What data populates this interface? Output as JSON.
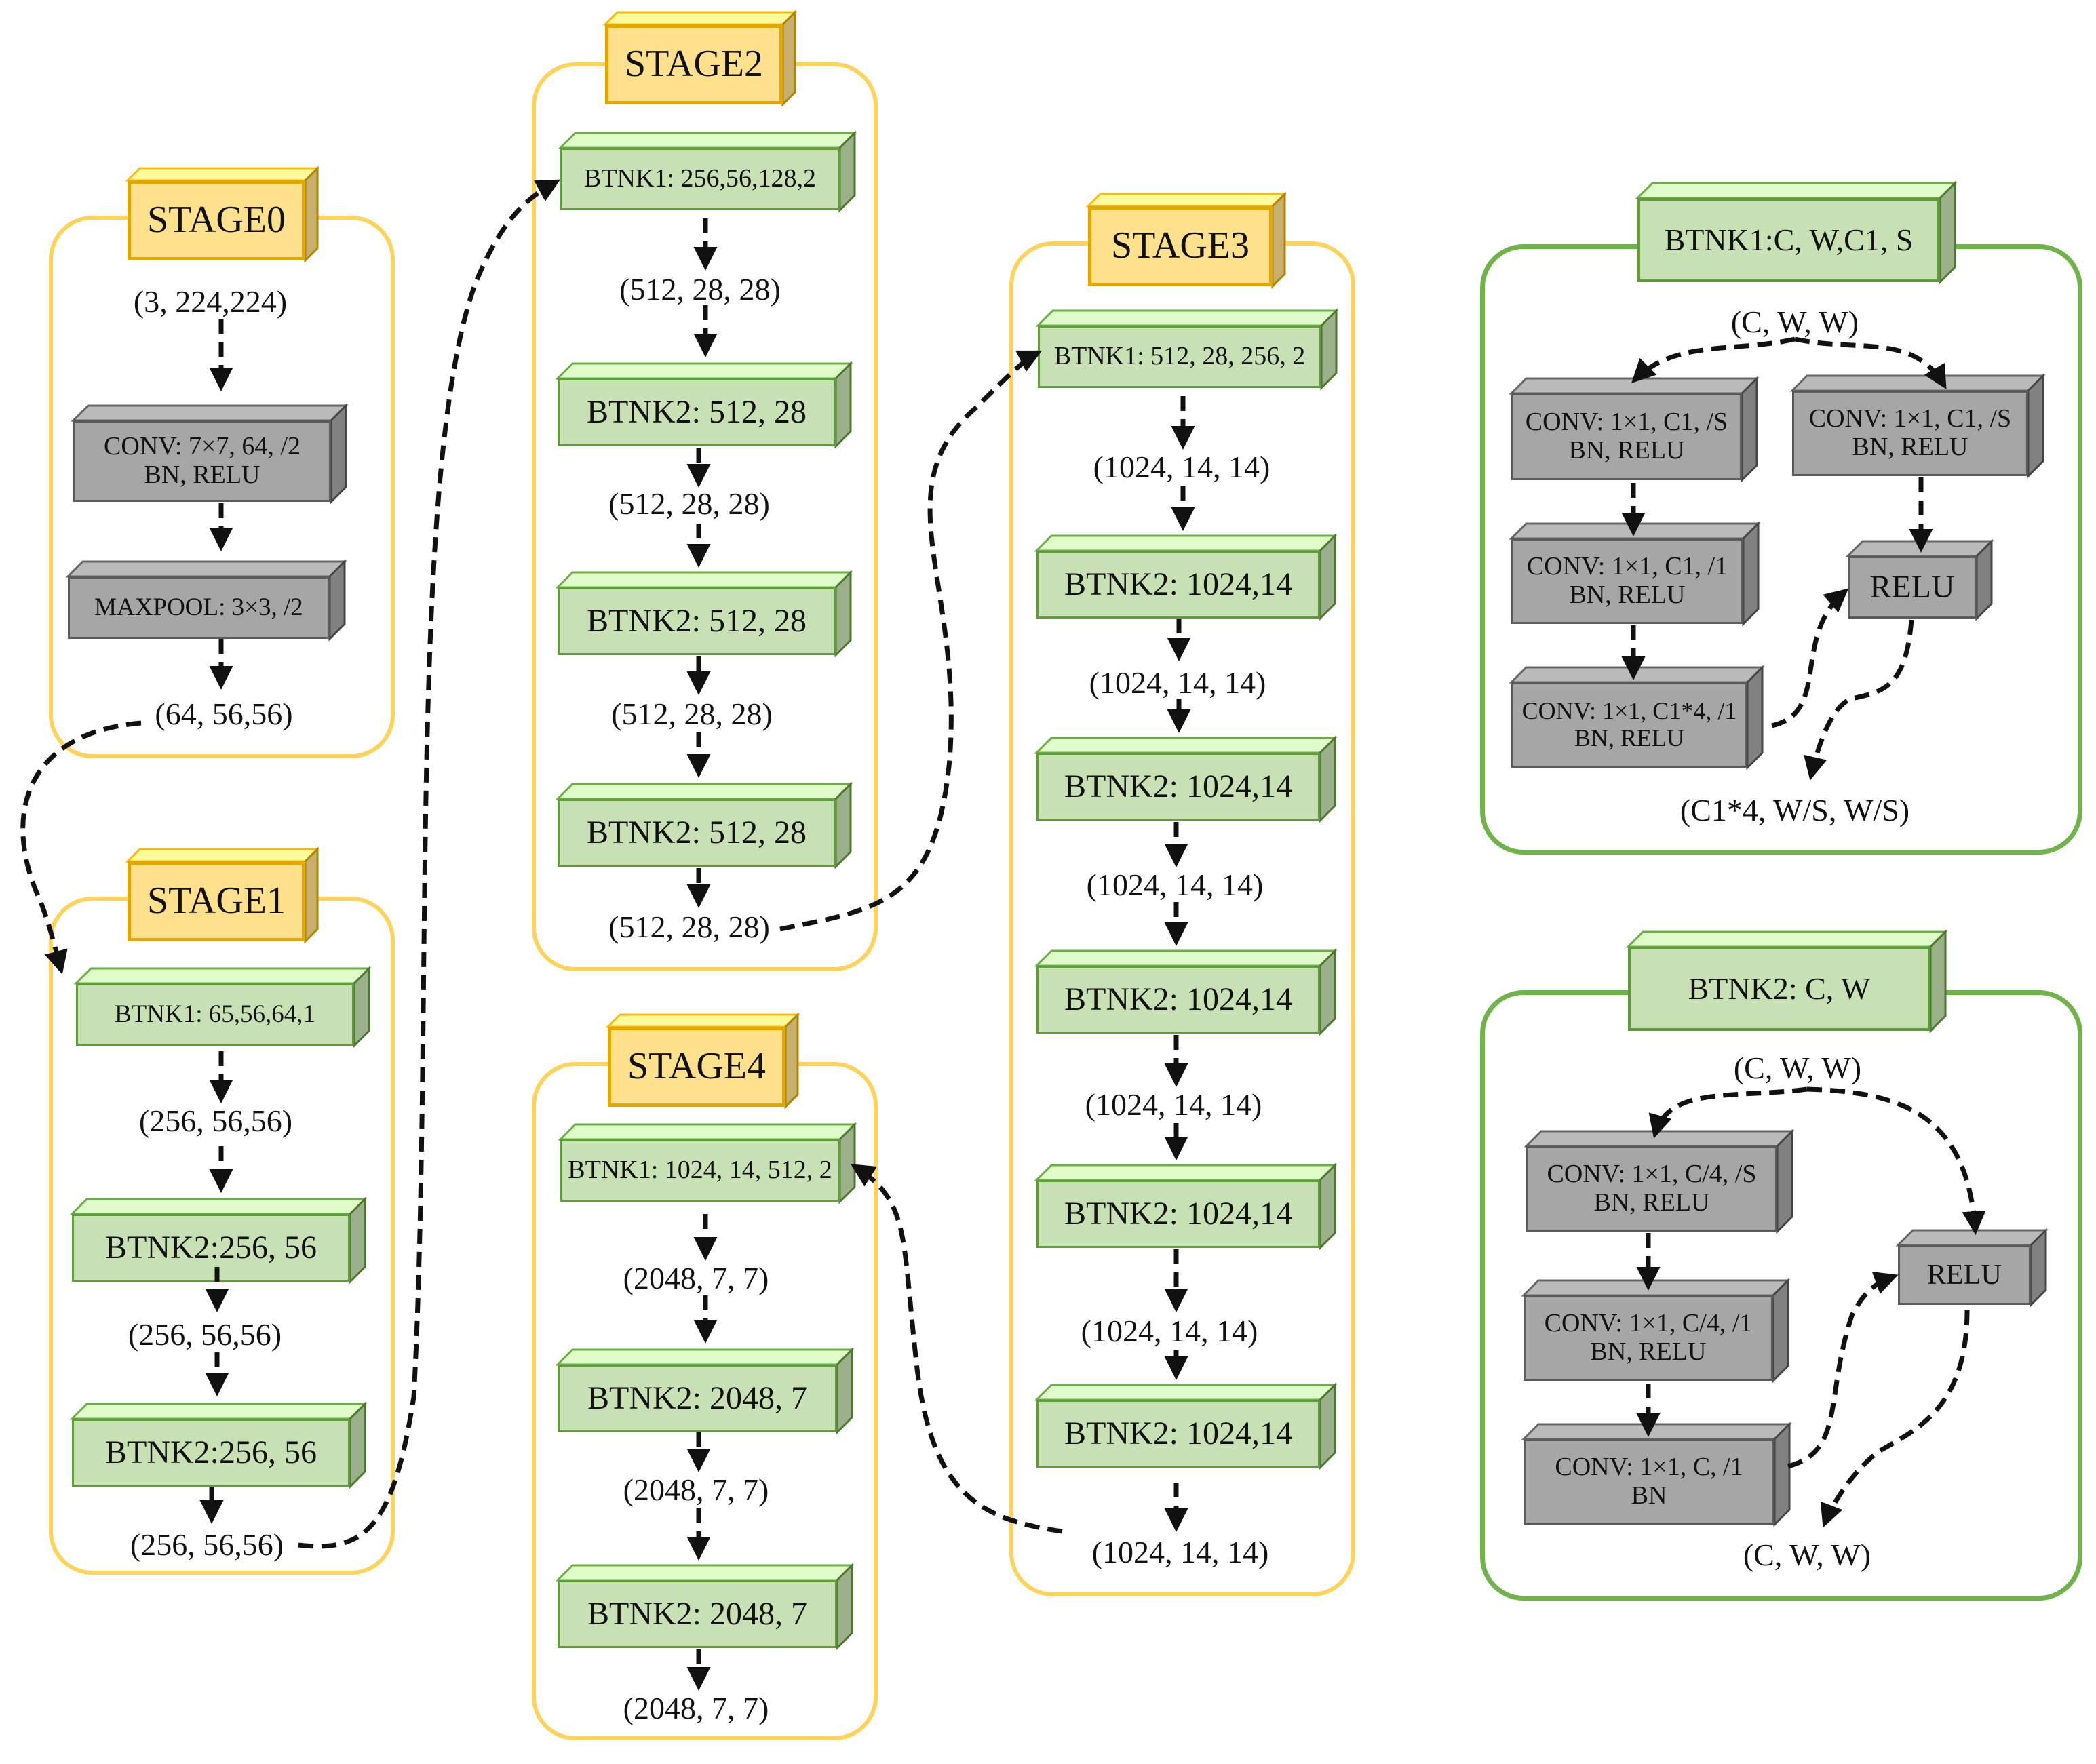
{
  "stage0": {
    "title": "STAGE0",
    "input_shape": "(3, 224,224)",
    "conv_line1": "CONV: 7×7, 64, /2",
    "conv_line2": "BN, RELU",
    "maxpool": "MAXPOOL: 3×3, /2",
    "output_shape": "(64, 56,56)"
  },
  "stage1": {
    "title": "STAGE1",
    "btnk1": "BTNK1: 65,56,64,1",
    "shape_a": "(256, 56,56)",
    "btnk2_a": "BTNK2:256, 56",
    "shape_b": "(256, 56,56)",
    "btnk2_b": "BTNK2:256, 56",
    "output_shape": "(256, 56,56)"
  },
  "stage2": {
    "title": "STAGE2",
    "btnk1": "BTNK1: 256,56,128,2",
    "shape_a": "(512, 28, 28)",
    "btnk2_a": "BTNK2: 512, 28",
    "shape_b": "(512, 28, 28)",
    "btnk2_b": "BTNK2: 512, 28",
    "shape_c": "(512, 28, 28)",
    "btnk2_c": "BTNK2: 512, 28",
    "output_shape": "(512, 28, 28)"
  },
  "stage3": {
    "title": "STAGE3",
    "btnk1": "BTNK1: 512, 28, 256, 2",
    "shape_a": "(1024, 14, 14)",
    "btnk2_a": "BTNK2: 1024,14",
    "shape_b": "(1024, 14, 14)",
    "btnk2_b": "BTNK2: 1024,14",
    "shape_c": "(1024, 14, 14)",
    "btnk2_c": "BTNK2: 1024,14",
    "shape_d": "(1024, 14, 14)",
    "btnk2_d": "BTNK2: 1024,14",
    "shape_e": "(1024, 14, 14)",
    "btnk2_e": "BTNK2: 1024,14",
    "output_shape": "(1024, 14, 14)"
  },
  "stage4": {
    "title": "STAGE4",
    "btnk1": "BTNK1: 1024, 14, 512, 2",
    "shape_a": "(2048, 7, 7)",
    "btnk2_a": "BTNK2: 2048, 7",
    "shape_b": "(2048, 7, 7)",
    "btnk2_b": "BTNK2: 2048, 7",
    "output_shape": "(2048, 7, 7)"
  },
  "btnk1_def": {
    "title": "BTNK1:C, W,C1, S",
    "input_shape": "(C, W, W)",
    "conv1_line1": "CONV: 1×1, C1, /S",
    "conv1_line2": "BN, RELU",
    "conv2_line1": "CONV: 1×1, C1, /1",
    "conv2_line2": "BN, RELU",
    "conv3_line1": "CONV: 1×1, C1*4, /1",
    "conv3_line2": "BN, RELU",
    "shortcut_line1": "CONV: 1×1, C1, /S",
    "shortcut_line2": "BN, RELU",
    "relu": "RELU",
    "output_shape": "(C1*4, W/S, W/S)"
  },
  "btnk2_def": {
    "title": "BTNK2: C, W",
    "input_shape": "(C, W, W)",
    "conv1_line1": "CONV: 1×1, C/4, /S",
    "conv1_line2": "BN, RELU",
    "conv2_line1": "CONV: 1×1, C/4, /1",
    "conv2_line2": "BN, RELU",
    "conv3_line1": "CONV: 1×1, C, /1",
    "conv3_line2": "BN",
    "relu": "RELU",
    "output_shape": "(C, W, W)"
  },
  "colors": {
    "stage_border": "#ffd35a",
    "stage_header": "#ffe08c",
    "bottleneck_fill": "#c8e1b4",
    "bottleneck_border": "#5f9c3a",
    "layer_fill": "#a6a6a6",
    "definition_border": "#6fb34a",
    "arrow": "#111111"
  }
}
